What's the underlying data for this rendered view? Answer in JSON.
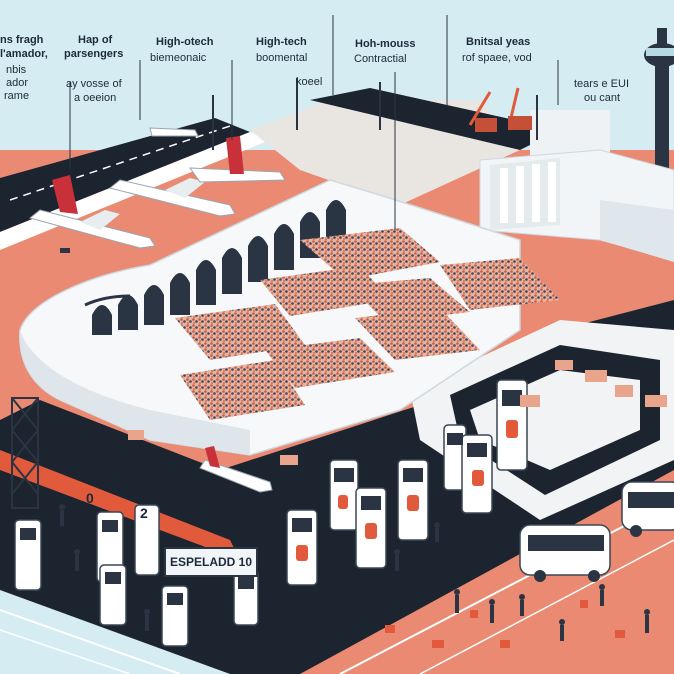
{
  "labels": {
    "l1a": "ns fragh",
    "l1b": "l'amador,",
    "l1c": "nbis",
    "l1d": "ador",
    "l1e": "rame",
    "l2a": "Hap of",
    "l2b": "parsengers",
    "l2c": "ay vosse of",
    "l2d": "a oeeion",
    "l3a": "High-otech",
    "l3b": "biemeonaic",
    "l4a": "High-tech",
    "l4b": "boomental",
    "l4c": "koeel",
    "l5a": "Hoh-mouss",
    "l5b": "Contractial",
    "l6a": "Bnitsal yeas",
    "l6b": "rof spaee, vod",
    "l7a": "tears e EUI",
    "l7b": "ou cant"
  },
  "signs": {
    "gate_sign": "ESPELADD 10",
    "pillar_a": "0",
    "pillar_b": "2"
  },
  "colors": {
    "sky": "#d4ecf2",
    "ground": "#ea8a73",
    "asphalt": "#1c2430",
    "terminal": "#f4f6f8",
    "crowd": "#c96a52",
    "accent": "#e25a3c"
  }
}
